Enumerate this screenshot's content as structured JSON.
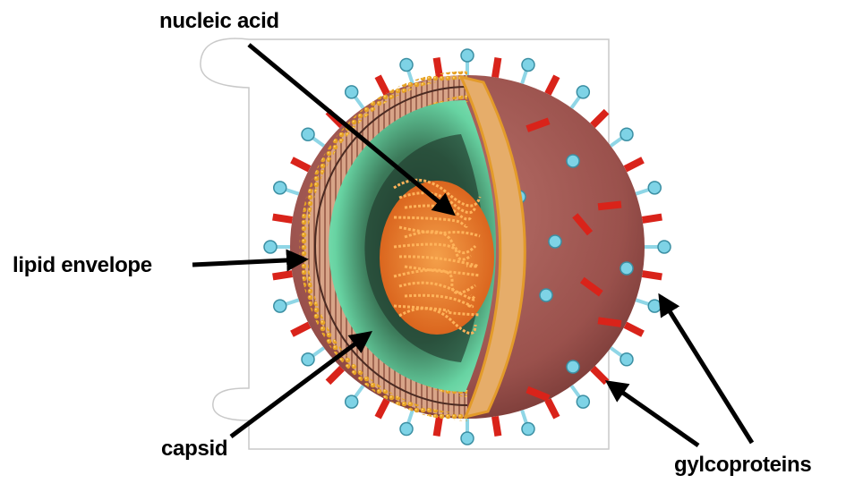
{
  "labels": {
    "nucleic_acid": "nucleic acid",
    "lipid_envelope": "lipid envelope",
    "capsid": "capsid",
    "glycoproteins": "gylcoproteins"
  },
  "colors": {
    "envelope_outer": "#f0a830",
    "envelope_bead": "#e59a1a",
    "lipid_tail": "#c98a6e",
    "capsid_green": "#5fcf9b",
    "capsid_dark": "#2d5a43",
    "nucleic_orange": "#e8761e",
    "surface_mauve": "#a35a55",
    "spike_red": "#d9231a",
    "spike_blue": "#7ed3e6"
  },
  "icons": [
    "arrow-icon"
  ]
}
